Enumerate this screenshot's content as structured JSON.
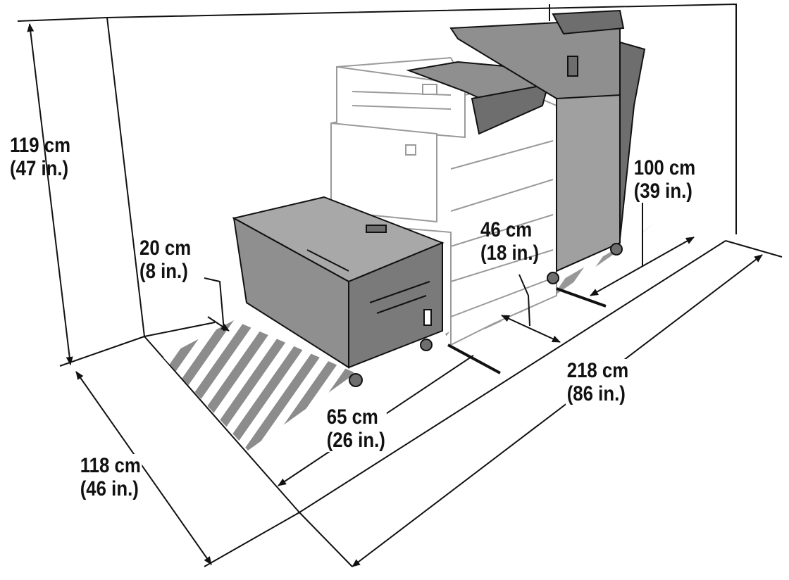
{
  "figure": {
    "subject": "printer-with-finisher-and-high-capacity-feeder",
    "colors": {
      "line": "#111111",
      "machine_fill": "#8f8f8f",
      "machine_dark": "#6e6e6e",
      "ghost_fill": "#ffffff",
      "ghost_line": "#9a9a9a",
      "hatch": "#8c8c8c"
    }
  },
  "dimensions": {
    "height": {
      "metric": "119 cm",
      "imperial": "(47 in.)"
    },
    "depth": {
      "metric": "118 cm",
      "imperial": "(46 in.)"
    },
    "width": {
      "metric": "218 cm",
      "imperial": "(86 in.)"
    },
    "rear_clearance": {
      "metric": "20 cm",
      "imperial": "(8 in.)"
    },
    "feeder_width": {
      "metric": "65 cm",
      "imperial": "(26 in.)"
    },
    "printer_gap": {
      "metric": "46 cm",
      "imperial": "(18 in.)"
    },
    "finisher_width": {
      "metric": "100 cm",
      "imperial": "(39 in.)"
    }
  }
}
